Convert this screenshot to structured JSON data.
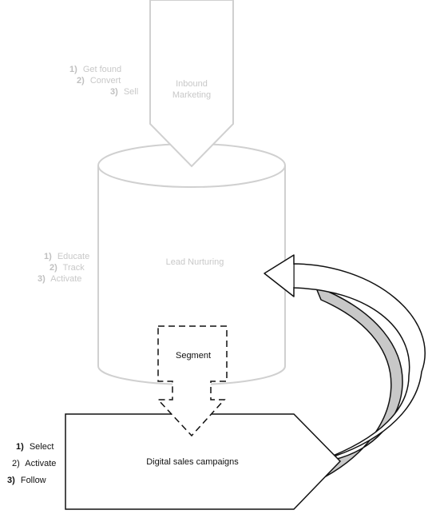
{
  "inbound": {
    "title_line1": "Inbound",
    "title_line2": "Marketing",
    "steps": [
      {
        "num": "1)",
        "label": "Get found"
      },
      {
        "num": "2)",
        "label": "Convert"
      },
      {
        "num": "3)",
        "label": "Sell"
      }
    ]
  },
  "nurturing": {
    "title": "Lead Nurturing",
    "steps": [
      {
        "num": "1)",
        "label": "Educate"
      },
      {
        "num": "2)",
        "label": "Track"
      },
      {
        "num": "3)",
        "label": "Activate"
      }
    ]
  },
  "segment": {
    "label": "Segment"
  },
  "campaigns": {
    "title": "Digital sales campaigns",
    "steps": [
      {
        "num": "1)",
        "label": "Select"
      },
      {
        "num": "2)",
        "label": "Activate"
      },
      {
        "num": "3)",
        "label": "Follow"
      }
    ]
  },
  "colors": {
    "faint_stroke": "#d0d0d0",
    "dark_stroke": "#111111",
    "return_arrow_fill": "#c8c8c8"
  }
}
